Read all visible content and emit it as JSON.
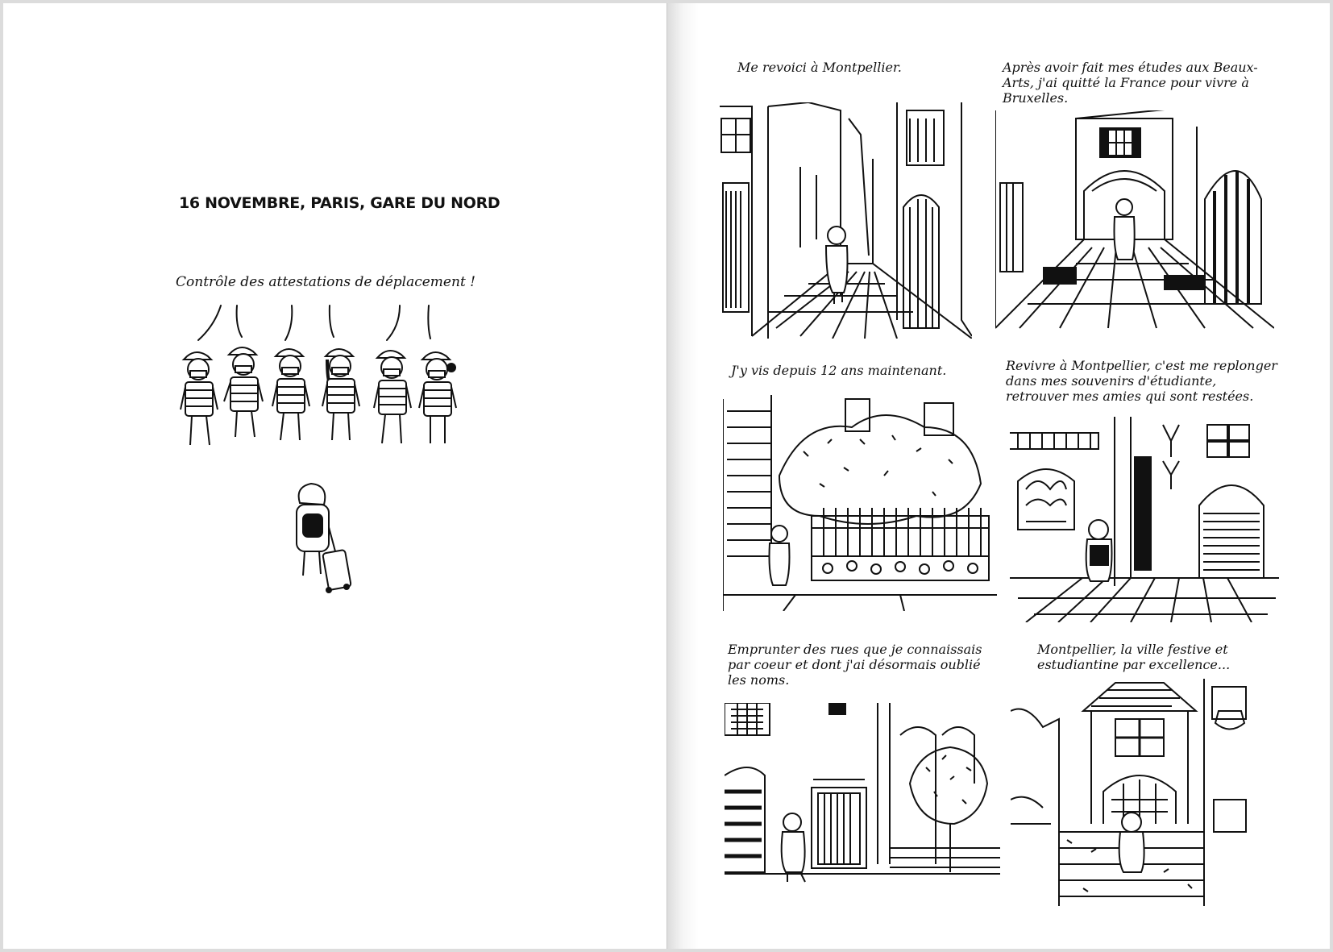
{
  "left_page": {
    "heading": "16 NOVEMBRE, PARIS, GARE DU NORD",
    "speech": "Contrôle des attestations de déplacement !"
  },
  "right_page": {
    "captions": [
      "Me revoici à Montpellier.",
      "Après avoir fait mes études aux Beaux-\nArts, j'ai quitté la France pour vivre à\nBruxelles.",
      "J'y vis depuis 12 ans maintenant.",
      "Revivre à Montpellier, c'est me replonger\ndans mes souvenirs d'étudiante,\nretrouver mes amies qui sont restées.",
      "Emprunter des rues que je connaissais\npar coeur et dont j'ai désormais oublié\nles noms.",
      "Montpellier, la ville festive et\nestudiantine par excellence..."
    ]
  }
}
